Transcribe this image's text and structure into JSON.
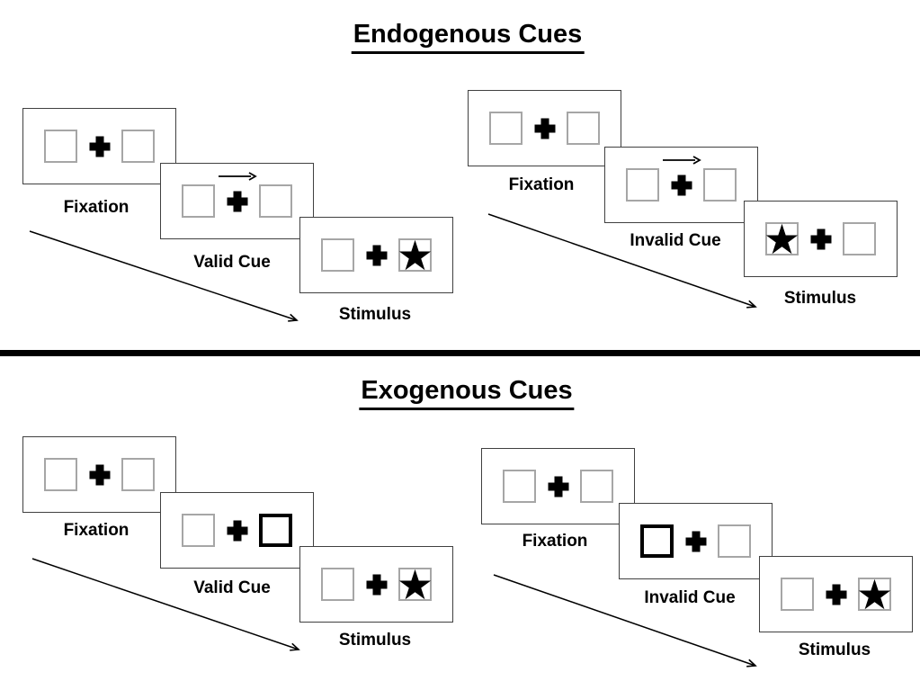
{
  "sections": [
    {
      "id": "endogenous",
      "title": "Endogenous Cues",
      "sequences": [
        {
          "name": "valid-trial",
          "cue_type": "central-arrow-right",
          "stimulus_side": "right",
          "panels": [
            {
              "label": "Fixation",
              "screen": "two-boxes-with-cross"
            },
            {
              "label": "Valid Cue",
              "screen": "arrow-above-cross"
            },
            {
              "label": "Stimulus",
              "screen": "star-in-right-box"
            }
          ]
        },
        {
          "name": "invalid-trial",
          "cue_type": "central-arrow-right",
          "stimulus_side": "left",
          "panels": [
            {
              "label": "Fixation",
              "screen": "two-boxes-with-cross"
            },
            {
              "label": "Invalid Cue",
              "screen": "arrow-above-cross"
            },
            {
              "label": "Stimulus",
              "screen": "star-in-left-box"
            }
          ]
        }
      ]
    },
    {
      "id": "exogenous",
      "title": "Exogenous Cues",
      "sequences": [
        {
          "name": "valid-trial",
          "cue_type": "peripheral-box-right-highlight",
          "stimulus_side": "right",
          "panels": [
            {
              "label": "Fixation",
              "screen": "two-boxes-with-cross"
            },
            {
              "label": "Valid Cue",
              "screen": "thick-black-box-right"
            },
            {
              "label": "Stimulus",
              "screen": "star-in-right-box"
            }
          ]
        },
        {
          "name": "invalid-trial",
          "cue_type": "peripheral-box-left-highlight",
          "stimulus_side": "right",
          "panels": [
            {
              "label": "Fixation",
              "screen": "two-boxes-with-cross"
            },
            {
              "label": "Invalid Cue",
              "screen": "thick-black-box-left"
            },
            {
              "label": "Stimulus",
              "screen": "star-in-right-box"
            }
          ]
        }
      ]
    }
  ],
  "symbols": {
    "star": "★",
    "fixation_cross": "+",
    "cue_arrow": "→"
  },
  "colors": {
    "background": "#ffffff",
    "ink": "#000000",
    "panel_border": "#404040",
    "box_border": "#a6a6a6"
  }
}
